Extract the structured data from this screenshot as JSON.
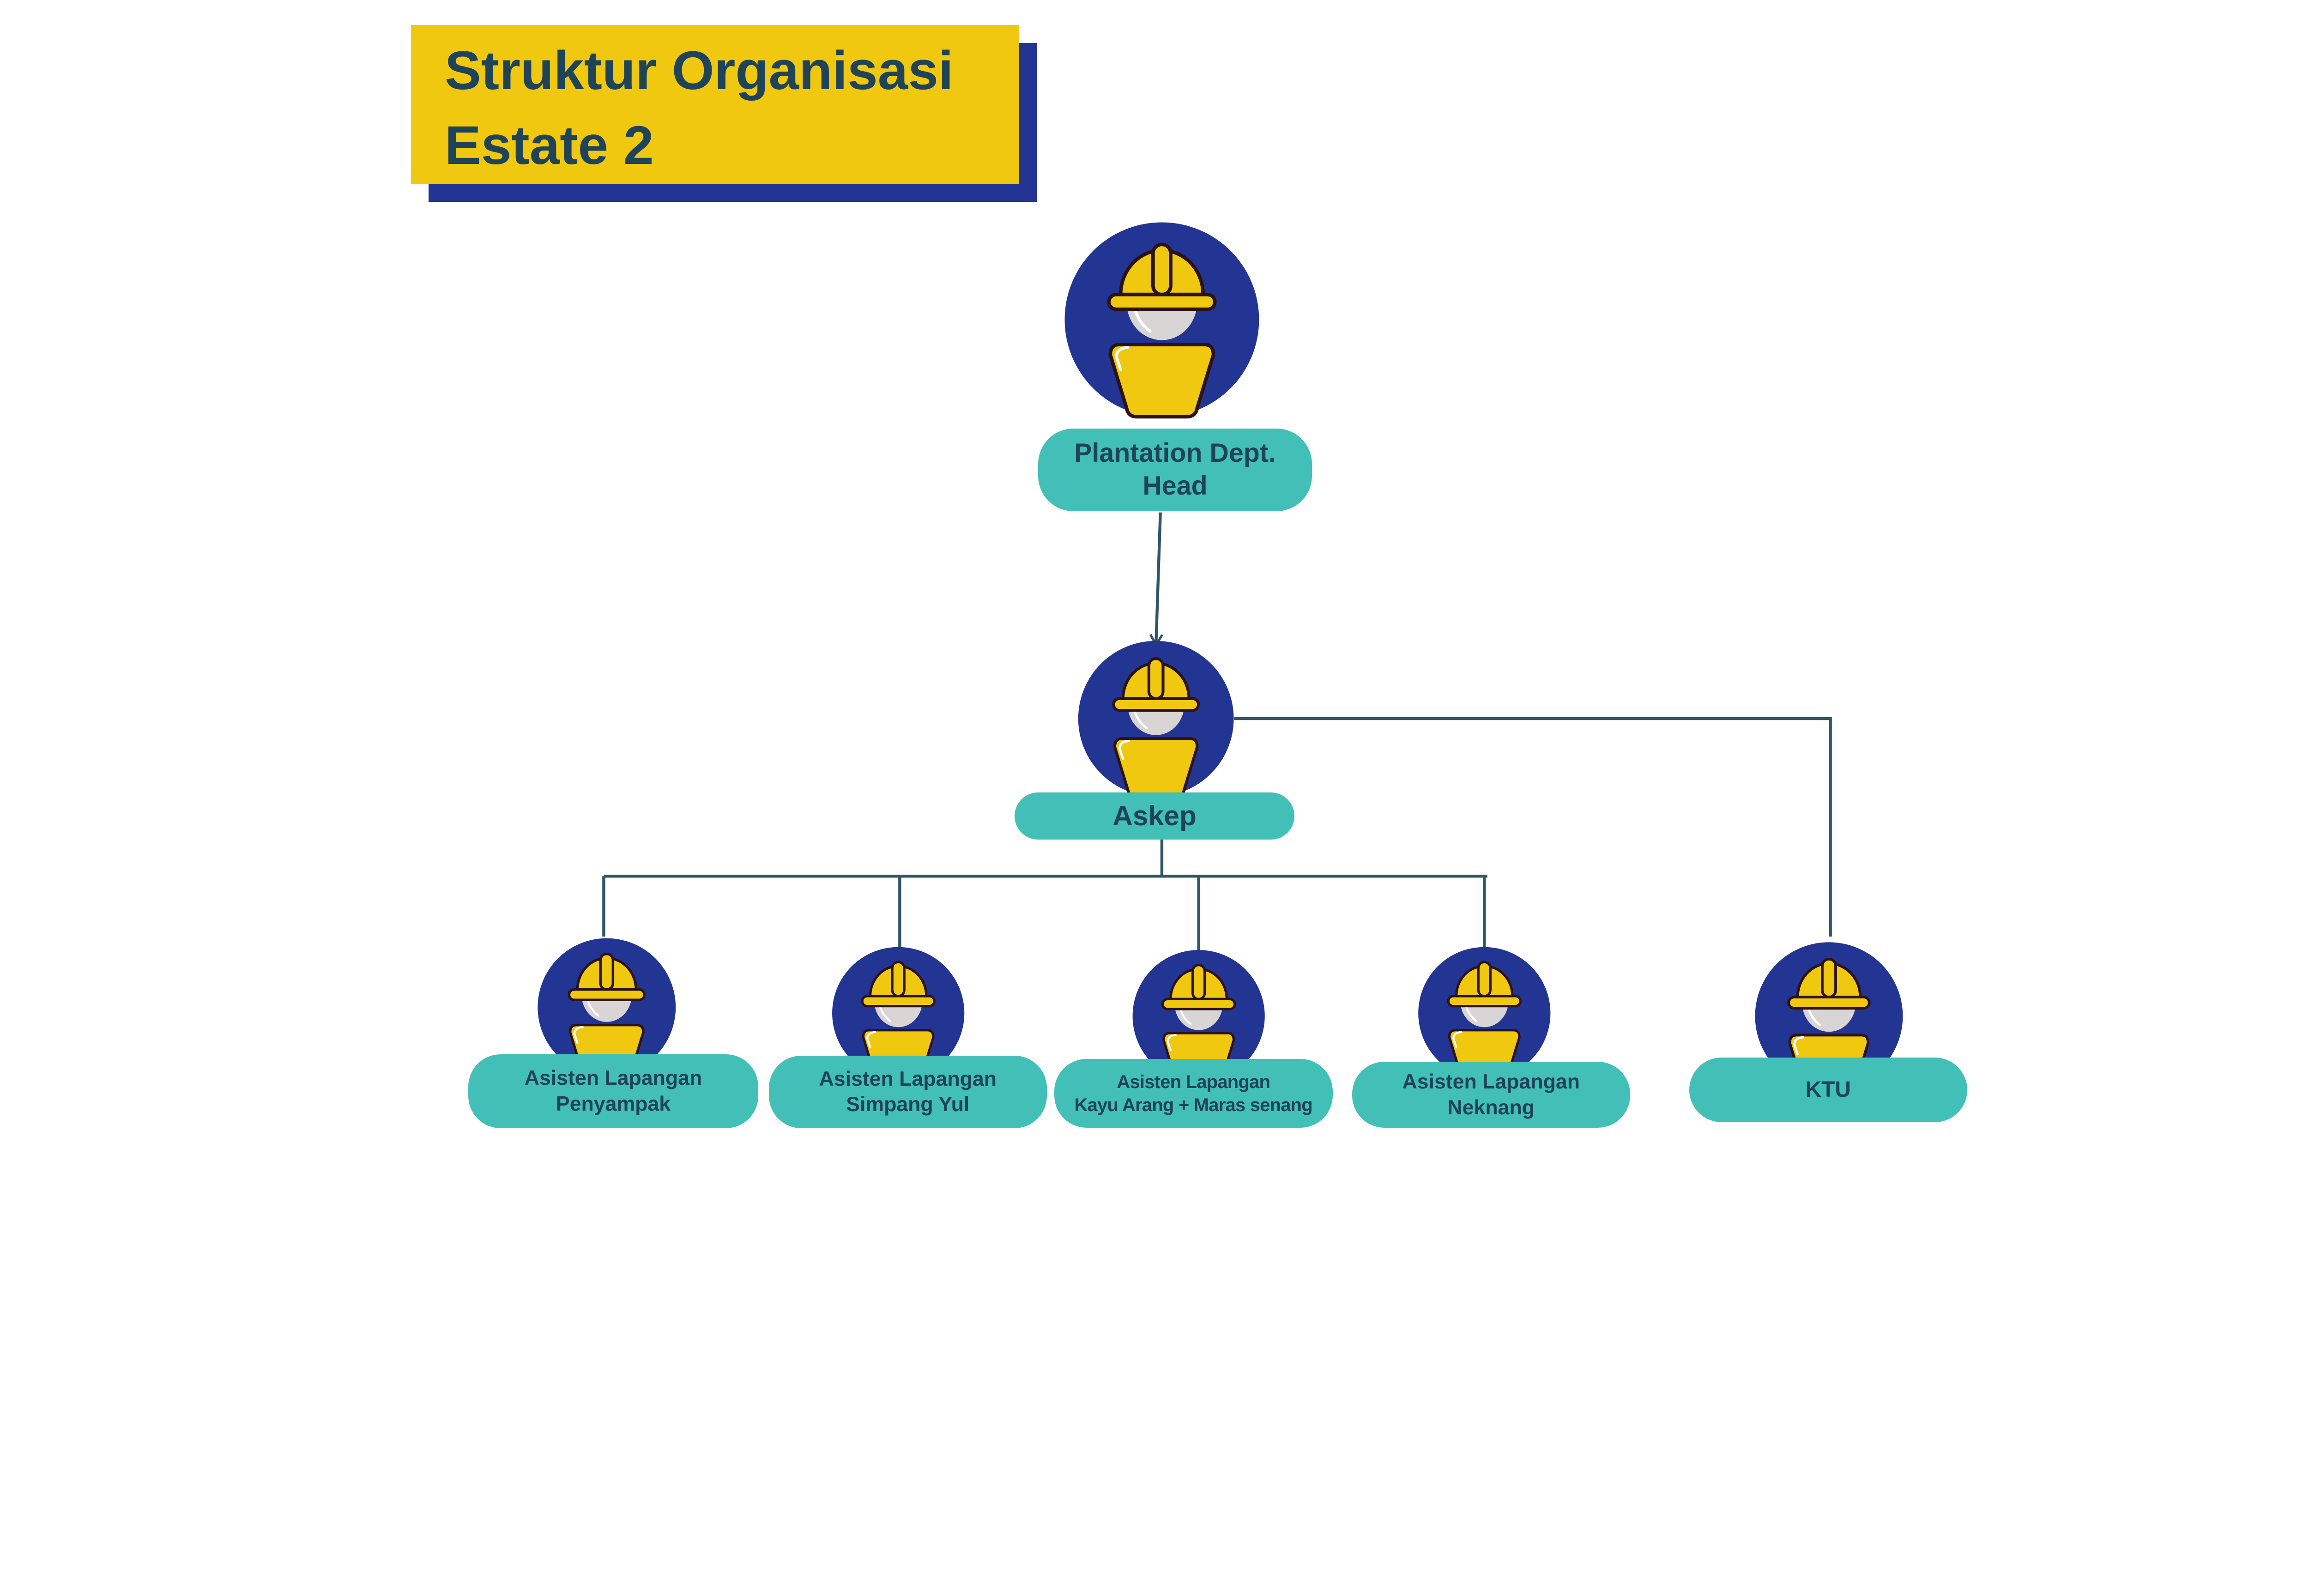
{
  "title": {
    "line1": "Struktur Organisasi",
    "line2": "Estate 2"
  },
  "colors": {
    "title_bg": "#f0c810",
    "title_shadow": "#233593",
    "circle": "#233593",
    "helmet": "#f0c810",
    "label_bg": "#42c0b8",
    "text": "#1f4357",
    "connector": "#2f5566"
  },
  "icon": "worker-hardhat-icon",
  "nodes": {
    "head": {
      "line1": "Plantation Dept.",
      "line2": "Head"
    },
    "askep": {
      "line1": "Askep"
    },
    "penyampak": {
      "line1": "Asisten Lapangan",
      "line2": "Penyampak"
    },
    "simpang_yul": {
      "line1": "Asisten Lapangan",
      "line2": "Simpang Yul"
    },
    "kayu_arang": {
      "line1": "Asisten Lapangan",
      "line2": "Kayu Arang + Maras senang"
    },
    "neknang": {
      "line1": "Asisten Lapangan",
      "line2": "Neknang"
    },
    "ktu": {
      "line1": "KTU"
    }
  }
}
